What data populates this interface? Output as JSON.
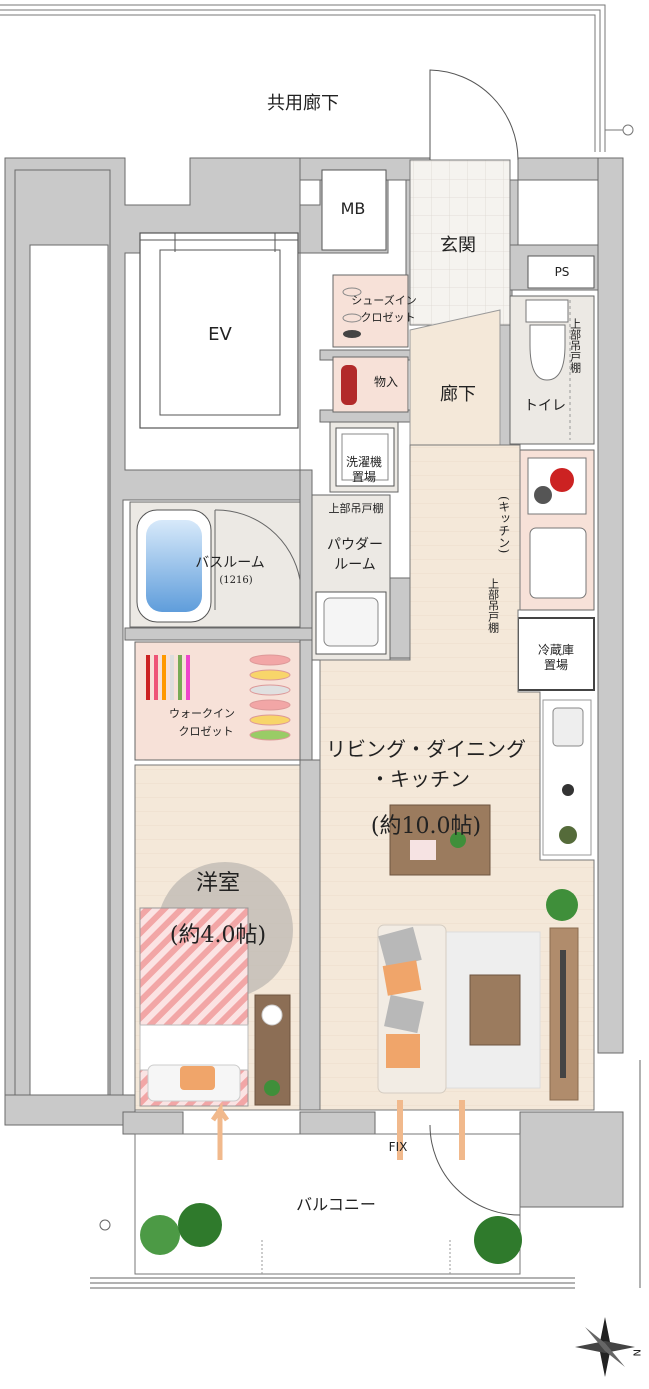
{
  "labels": {
    "common_corridor": "共用廊下",
    "mb": "MB",
    "ev": "EV",
    "entrance": "玄関",
    "ps": "PS",
    "shoe_closet_1": "シューズイン",
    "shoe_closet_2": "クロゼット",
    "storage": "物入",
    "hallway": "廊下",
    "toilet": "トイレ",
    "upper_cabinet_toilet": "上部吊戸棚",
    "washer_1": "洗濯機",
    "washer_2": "置場",
    "upper_cabinet_powder": "上部吊戸棚",
    "bathroom": "バスルーム",
    "bathroom_size": "(1216)",
    "powder_1": "パウダー",
    "powder_2": "ルーム",
    "kitchen_small": "(キッチン)",
    "upper_cabinet_kitchen": "上部吊戸棚",
    "fridge_1": "冷蔵庫",
    "fridge_2": "置場",
    "walkin_1": "ウォークイン",
    "walkin_2": "クロゼット",
    "ldk_1": "リビング・ダイニング",
    "ldk_2": "・キッチン",
    "ldk_size": "(約10.0帖)",
    "western_room": "洋室",
    "western_size": "(約4.0帖)",
    "fix": "FIX",
    "balcony": "バルコニー",
    "north": "N"
  },
  "colors": {
    "wall": "#c9c9c9",
    "wall_line": "#6a6a6a",
    "floor_wood": "#f3e7d8",
    "wet_floor": "#ece9e4",
    "entrance_tile": "#f4f2ee",
    "closet_pink": "#f7e1d8",
    "pink_stripe": "#f2a6a6",
    "sofa": "#f2ece4",
    "cushion_orange": "#f0a56a",
    "cushion_gray": "#b8b8b8",
    "table_wood": "#9b7b5e",
    "rug": "#ededed",
    "plant": "#3f8f3a",
    "tub_water": "#7fb3e6"
  },
  "icons": [
    "compass-icon",
    "plant-icon",
    "sofa-icon",
    "bed-icon",
    "bathtub-icon",
    "toilet-icon",
    "sink-icon",
    "stove-icon",
    "fridge-icon",
    "door-swing-icon"
  ]
}
